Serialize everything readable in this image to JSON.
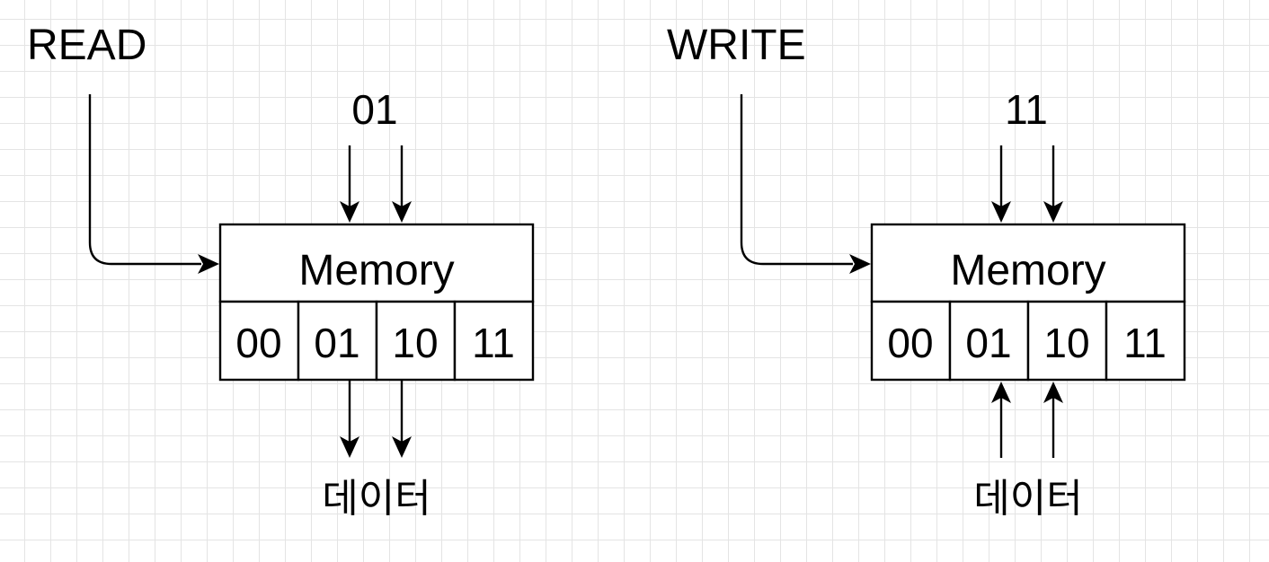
{
  "panels": [
    {
      "mode": "READ",
      "address": "01",
      "memory_label": "Memory",
      "cells": [
        "00",
        "01",
        "10",
        "11"
      ],
      "data_label": "데이터",
      "data_direction": "out"
    },
    {
      "mode": "WRITE",
      "address": "11",
      "memory_label": "Memory",
      "cells": [
        "00",
        "01",
        "10",
        "11"
      ],
      "data_label": "데이터",
      "data_direction": "in"
    }
  ],
  "colors": {
    "stroke": "#000000",
    "grid": "#e4e4e4",
    "background": "#ffffff"
  }
}
